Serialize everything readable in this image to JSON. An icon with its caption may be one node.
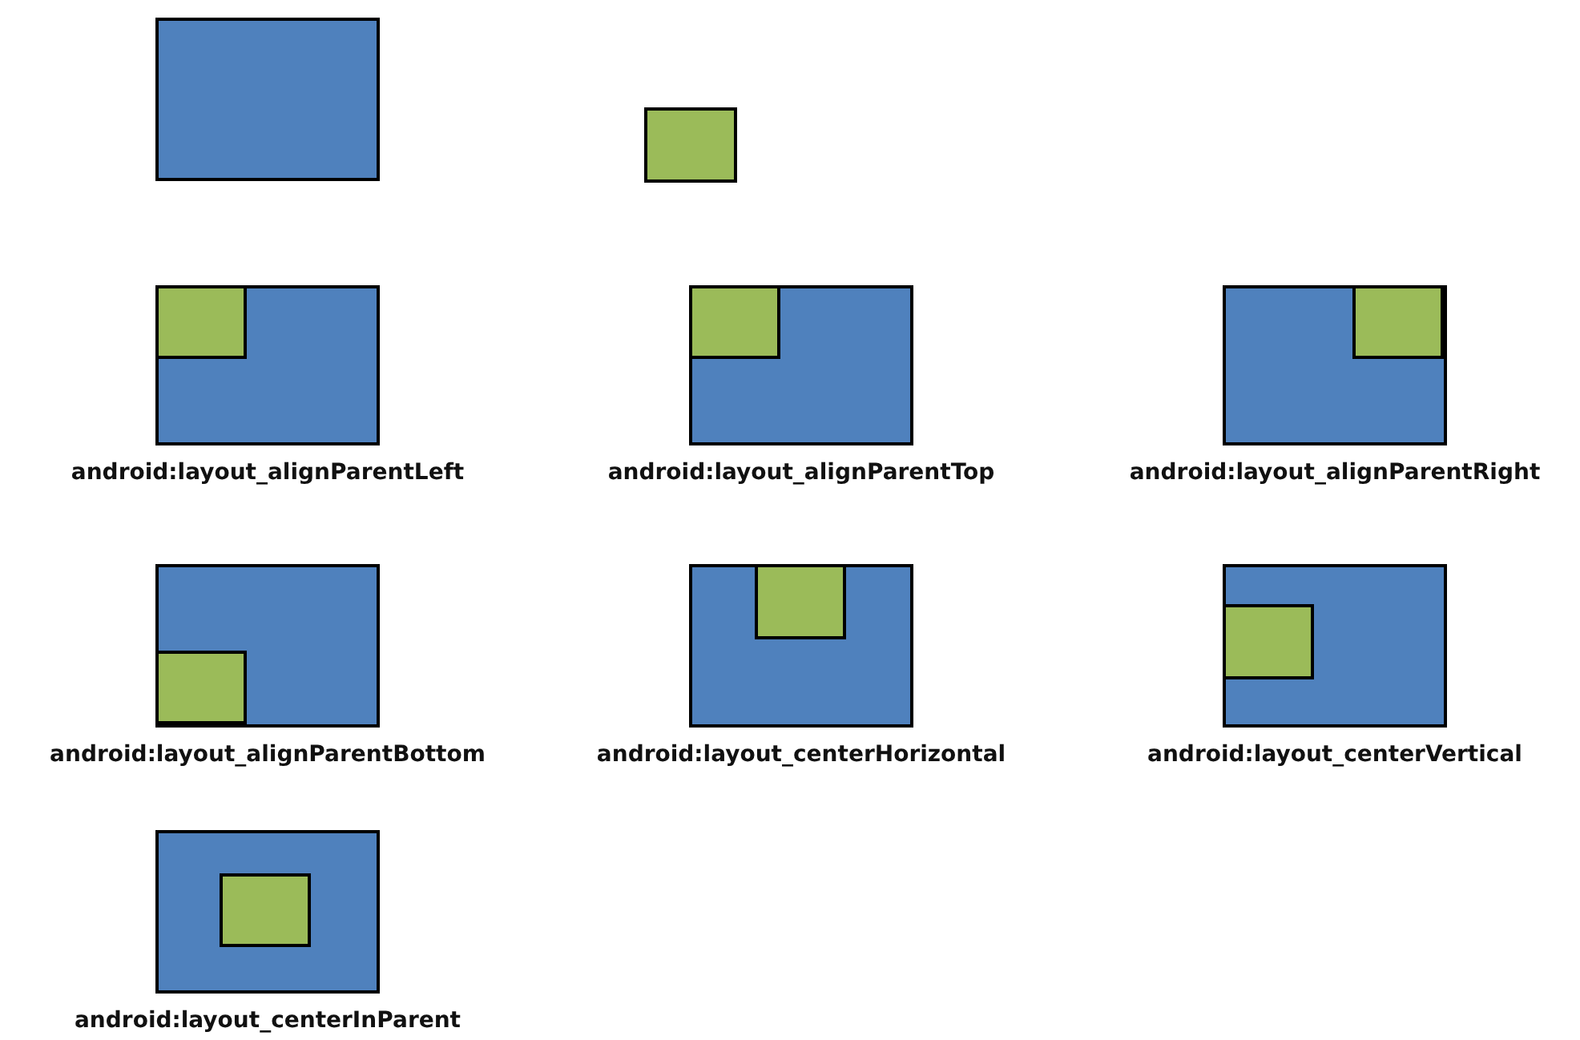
{
  "diagram": {
    "nodes": [
      {
        "text": [],
        "shape": "box"
      },
      {
        "text": [],
        "shape": "box"
      },
      {
        "text": [
          "android:layout_alignParentLeft"
        ]
      },
      {
        "text": [],
        "shape": "box",
        "in": 2
      },
      {
        "text": [
          "android:layout_alignParentTop"
        ]
      },
      {
        "text": [],
        "shape": "box",
        "in": 4
      },
      {
        "text": [
          "android:layout_alignParentRight"
        ]
      },
      {
        "text": [],
        "shape": "box",
        "in": 6
      },
      {
        "text": [
          "android:layout_alignParentBottom"
        ]
      },
      {
        "text": [],
        "shape": "box",
        "in": 8
      },
      {
        "text": [
          "android:layout_centerHorizontal"
        ]
      },
      {
        "text": [],
        "shape": "box",
        "in": 10
      },
      {
        "text": [
          "android:layout_centerVertical"
        ]
      },
      {
        "text": [],
        "shape": "box",
        "in": 12
      },
      {
        "text": [
          "android:layout_centerInParent"
        ]
      },
      {
        "text": [],
        "shape": "box",
        "in": 14
      }
    ]
  }
}
